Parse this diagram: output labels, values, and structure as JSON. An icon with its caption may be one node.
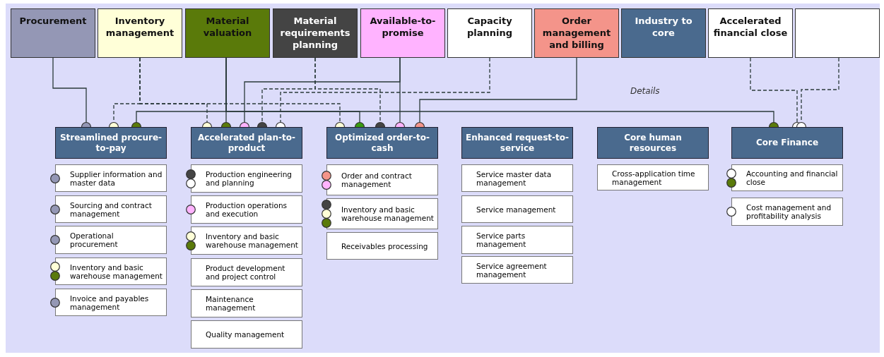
{
  "diagram": {
    "nodes": [
      {
        "text": [
          "Procurement"
        ]
      },
      {
        "text": [
          "Inventory management"
        ]
      },
      {
        "text": [
          "Material valuation"
        ]
      },
      {
        "text": [
          "Material requirements planning"
        ]
      },
      {
        "text": [
          "Available-to-promise"
        ]
      },
      {
        "text": [
          "Capacity planning"
        ]
      },
      {
        "text": [
          "Order management and billing"
        ]
      },
      {
        "text": [
          "Industry to core"
        ]
      },
      {
        "text": [
          "Accelerated financial close"
        ]
      },
      {
        "text": [],
        "shape": "box"
      },
      {
        "text": [
          "Streamlined procure-to-pay"
        ]
      },
      {
        "text": [
          "Supplier information and master data"
        ]
      },
      {
        "text": [
          "Sourcing and contract management"
        ]
      },
      {
        "text": [
          "Operational procurement"
        ]
      },
      {
        "text": [
          "Inventory and basic warehouse management"
        ]
      },
      {
        "text": [
          "Invoice and payables management"
        ]
      },
      {
        "text": [
          "Accelerated plan-to-product"
        ]
      },
      {
        "text": [
          "Production engineering and planning"
        ]
      },
      {
        "text": [
          "Production operations and execution"
        ]
      },
      {
        "text": [
          "Inventory and basic warehouse management"
        ]
      },
      {
        "text": [
          "Product development and project control"
        ]
      },
      {
        "text": [
          "Maintenance management"
        ]
      },
      {
        "text": [
          "Quality management"
        ]
      },
      {
        "text": [
          "Optimized order-to-cash"
        ]
      },
      {
        "text": [
          "Order and contract management"
        ]
      },
      {
        "text": [
          "Inventory and basic warehouse management"
        ]
      },
      {
        "text": [
          "Receivables processing"
        ]
      },
      {
        "text": [
          "Enhanced request-to-service"
        ]
      },
      {
        "text": [
          "Service master data management"
        ]
      },
      {
        "text": [
          "Service management"
        ]
      },
      {
        "text": [
          "Service parts management"
        ]
      },
      {
        "text": [
          "Service agreement management"
        ]
      },
      {
        "text": [
          "Core human resources"
        ]
      },
      {
        "text": [
          "Cross-application time management"
        ]
      },
      {
        "text": [
          "Core Finance"
        ]
      },
      {
        "text": [
          "Accounting and financial close"
        ]
      },
      {
        "text": [
          "Cost management and profitability analysis"
        ]
      }
    ],
    "edges": [
      {
        "from": 0,
        "to": 10,
        "arrow": "other"
      },
      {
        "from": 1,
        "to": 10,
        "arrow": "other",
        "style": "dashed"
      },
      {
        "from": 1,
        "to": 16,
        "arrow": "other",
        "style": "dashed"
      },
      {
        "from": 1,
        "to": 23,
        "arrow": "other",
        "style": "dashed"
      },
      {
        "from": 2,
        "to": 10,
        "arrow": "other"
      },
      {
        "from": 2,
        "to": 16,
        "arrow": "other"
      },
      {
        "from": 2,
        "to": 23,
        "arrow": "other"
      },
      {
        "from": 2,
        "to": 34,
        "arrow": "other"
      },
      {
        "from": 3,
        "to": 16,
        "arrow": "other",
        "style": "dashed"
      },
      {
        "from": 3,
        "to": 23,
        "arrow": "other",
        "style": "dashed"
      },
      {
        "from": 4,
        "to": 16,
        "arrow": "other"
      },
      {
        "from": 4,
        "to": 23,
        "arrow": "other"
      },
      {
        "from": 5,
        "to": 16,
        "arrow": "other",
        "style": "dashed"
      },
      {
        "from": 6,
        "to": 23,
        "arrow": "other"
      },
      {
        "from": 8,
        "to": 34,
        "arrow": "other",
        "style": "dashed"
      },
      {
        "from": 9,
        "to": 34,
        "arrow": "other",
        "style": "dashed"
      }
    ],
    "labels": [
      "Details"
    ]
  }
}
